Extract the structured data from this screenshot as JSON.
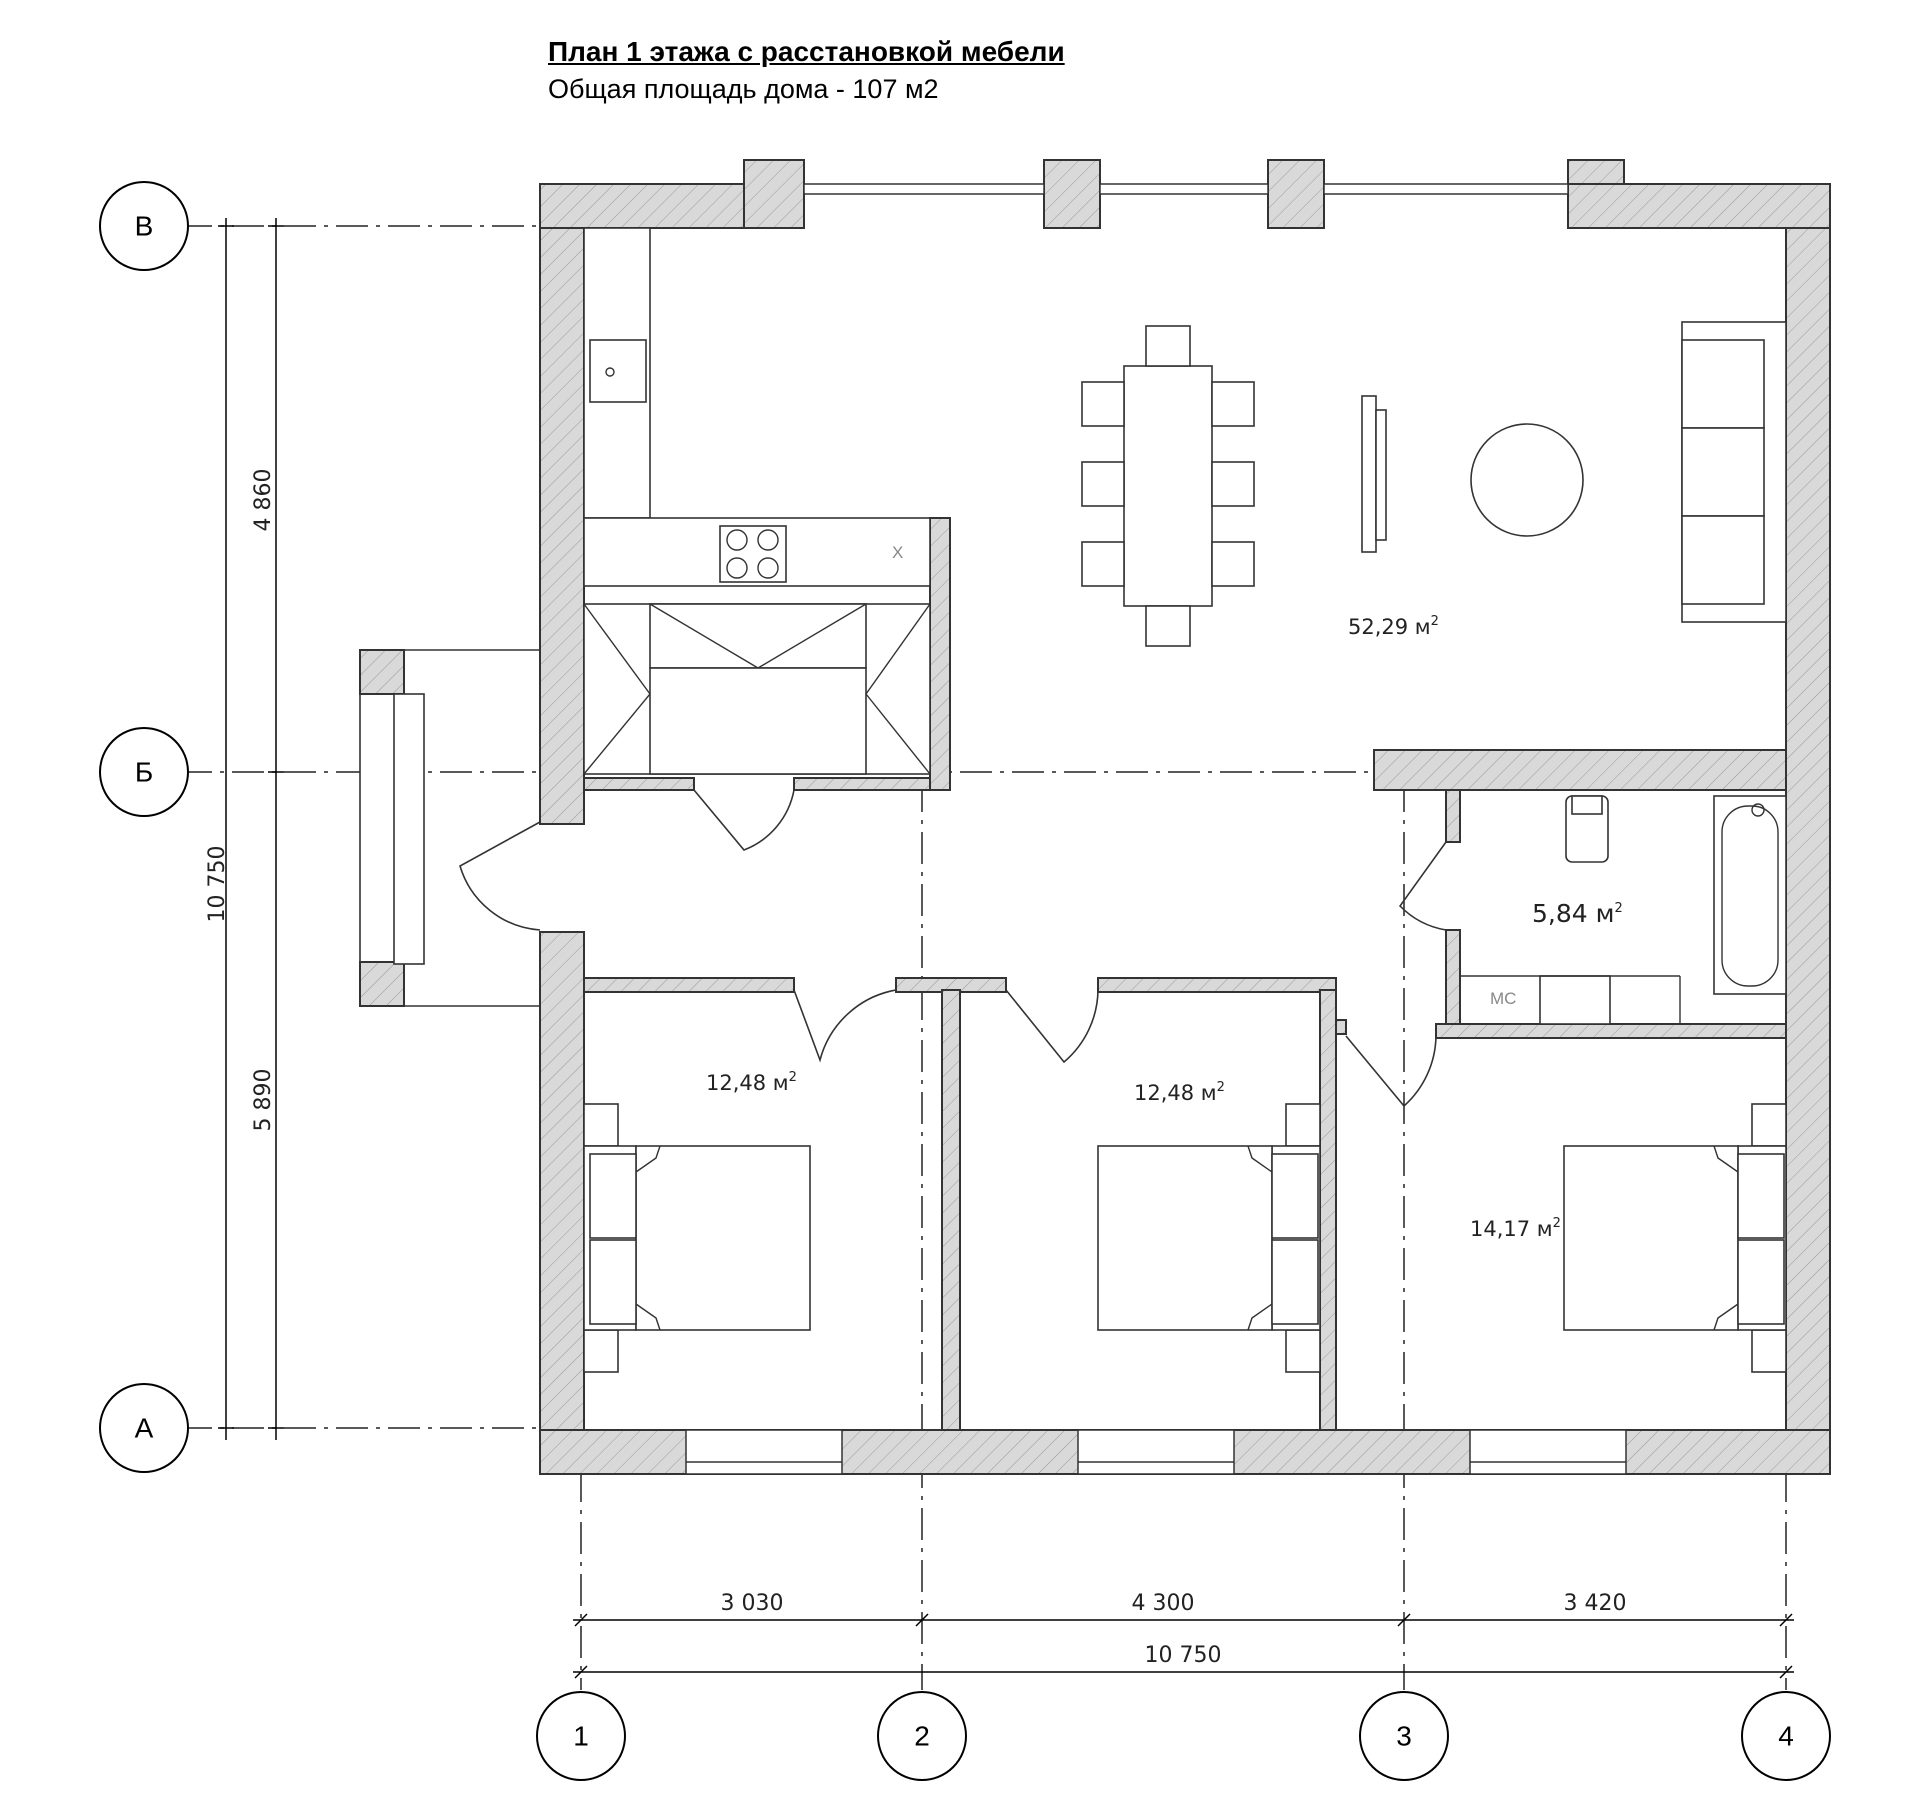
{
  "header": {
    "title": "План 1 этажа с расстановкой мебели",
    "subtitle": "Общая площадь дома - 107 м2"
  },
  "axes": {
    "rows": [
      "В",
      "Б",
      "А"
    ],
    "columns": [
      "1",
      "2",
      "3",
      "4"
    ]
  },
  "dimensions": {
    "vertical_total": "10 750",
    "vertical_upper": "4 860",
    "vertical_lower": "5 890",
    "horizontal": [
      "3 030",
      "4 300",
      "3 420"
    ],
    "horizontal_total": "10 750"
  },
  "rooms": {
    "living_area": "52,29 м",
    "bath_area": "5,84 м",
    "bedroom1_area": "12,48 м",
    "bedroom2_area": "12,48 м",
    "bedroom3_area": "14,17 м",
    "superscript": "2"
  },
  "labels": {
    "stove_mark": "Х",
    "bath_mark": "МС"
  }
}
